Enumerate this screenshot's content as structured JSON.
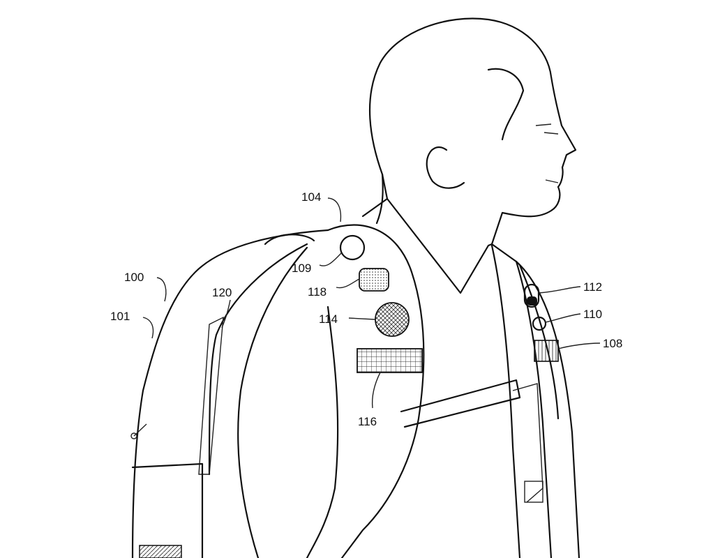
{
  "figure": {
    "labels": {
      "l104": "104",
      "l100": "100",
      "l101": "101",
      "l120": "120",
      "l109": "109",
      "l118": "118",
      "l114": "114",
      "l116": "116",
      "l112": "112",
      "l110": "110",
      "l108": "108"
    }
  }
}
